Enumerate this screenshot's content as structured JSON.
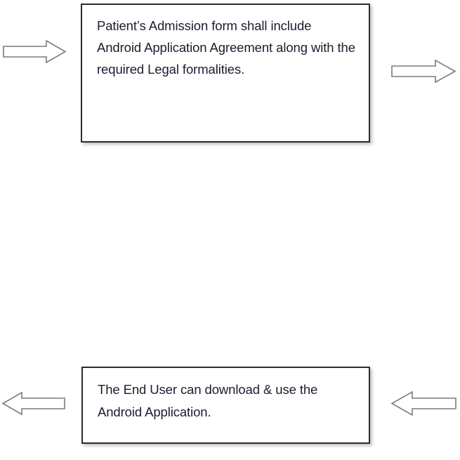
{
  "diagram": {
    "type": "flow-diagram",
    "background_color": "#ffffff",
    "box_border_color": "#2b2b2b",
    "text_color": "#1c1c30",
    "arrow_stroke_color": "#7c7c7c",
    "arrow_fill_color": "#ffffff",
    "boxes": [
      {
        "id": "top",
        "text": "Patient’s Admission form shall include\nAndroid Application Agreement along with the required Legal formalities."
      },
      {
        "id": "bottom",
        "text": "The End User can download & use the Android Application."
      }
    ],
    "arrows": [
      {
        "id": "top-left",
        "direction": "right",
        "icon": "arrow-right-icon"
      },
      {
        "id": "top-right",
        "direction": "right",
        "icon": "arrow-right-icon"
      },
      {
        "id": "bottom-left",
        "direction": "left",
        "icon": "arrow-left-icon"
      },
      {
        "id": "bottom-right",
        "direction": "left",
        "icon": "arrow-left-icon"
      }
    ]
  }
}
